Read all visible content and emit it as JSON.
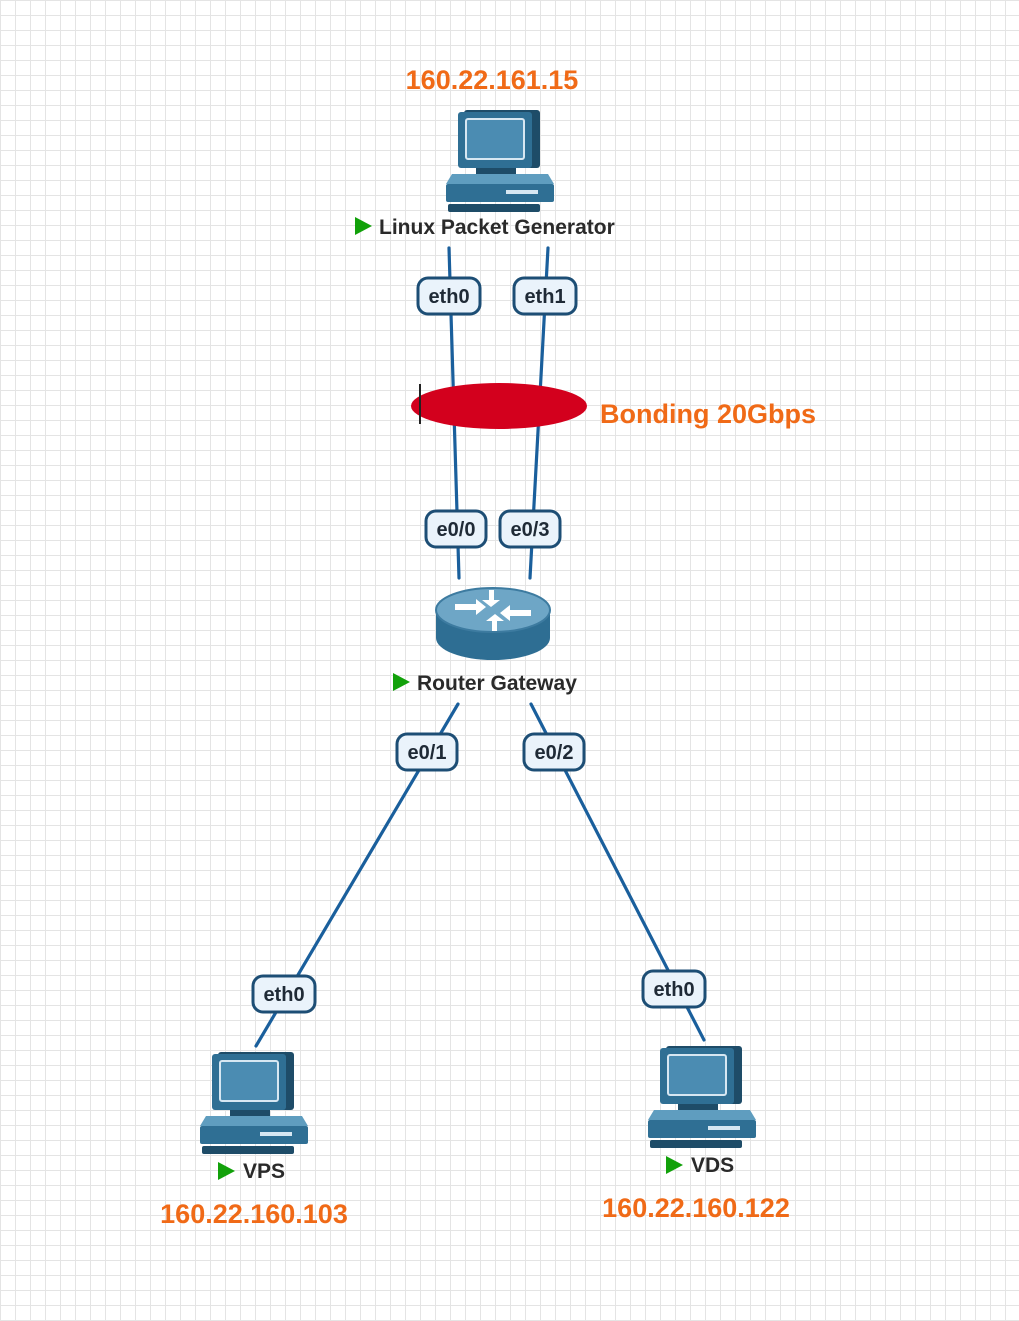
{
  "nodes": {
    "linux": {
      "name": "Linux Packet Generator",
      "ip": "160.22.161.15"
    },
    "router": {
      "name": "Router Gateway"
    },
    "vps": {
      "name": "VPS",
      "ip": "160.22.160.103"
    },
    "vds": {
      "name": "VDS",
      "ip": "160.22.160.122"
    }
  },
  "ports": {
    "linux_eth0": "eth0",
    "linux_eth1": "eth1",
    "router_e00": "e0/0",
    "router_e03": "e0/3",
    "router_e01": "e0/1",
    "router_e02": "e0/2",
    "vps_eth0": "eth0",
    "vds_eth0": "eth0"
  },
  "annotations": {
    "bonding": "Bonding 20Gbps"
  },
  "colors": {
    "link": "#1a5f9c",
    "bond": "#d3001d",
    "ip": "#f06a17",
    "run": "#12a10a"
  },
  "icons": {
    "host": "desktop-computer-icon",
    "router": "router-icon",
    "status": "play-triangle-icon"
  }
}
